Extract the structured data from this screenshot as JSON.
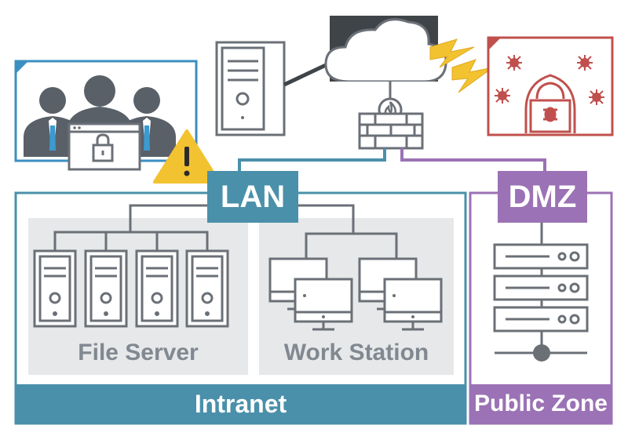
{
  "labels": {
    "lan": "LAN",
    "dmz": "DMZ",
    "intranet": "Intranet",
    "public_zone": "Public Zone",
    "file_server": "File Server",
    "work_station": "Work Station"
  },
  "colors": {
    "lan_blue": "#4a90aa",
    "dmz_purple": "#9b72b5",
    "threat_red": "#c0504d",
    "warning_yellow": "#f2c230",
    "device_gray": "#6b7077",
    "panel_gray": "#e6e8ea"
  },
  "icons": [
    "cloud-icon",
    "firewall-icon",
    "server-icon",
    "users-icon",
    "lock-icon",
    "warning-icon",
    "hacker-icon",
    "virus-icon",
    "lightning-icon",
    "rack-server-icon",
    "monitor-icon"
  ]
}
